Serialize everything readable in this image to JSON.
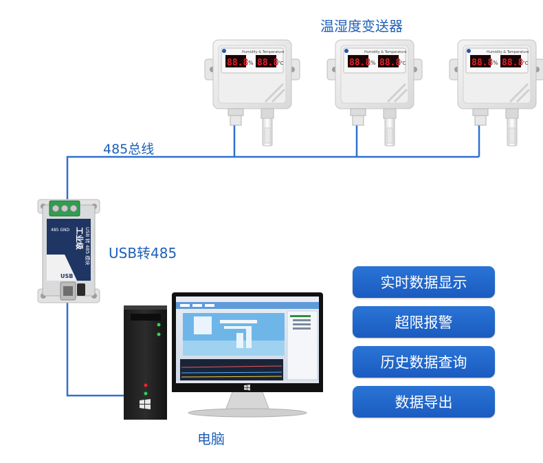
{
  "title": "温湿度变送器",
  "labels": {
    "bus": "485总线",
    "usb_converter": "USB转485",
    "computer": "电脑"
  },
  "sensor": {
    "panel_caption": "Humidity & Temperature",
    "humidity_reading": "88.8",
    "humidity_unit": "%",
    "temperature_reading": "88.8",
    "temperature_unit": "°C"
  },
  "converter": {
    "brand": "工业级",
    "model": "USB 转 485 模块",
    "port_label": "USB",
    "terminals": "485 GND"
  },
  "features": [
    "实时数据显示",
    "超限报警",
    "历史数据查询",
    "数据导出"
  ],
  "colors": {
    "accent": "#1d5fb8",
    "button": "#1f63c8",
    "wire": "#2f6fd0",
    "lcd": "#e3222a"
  }
}
